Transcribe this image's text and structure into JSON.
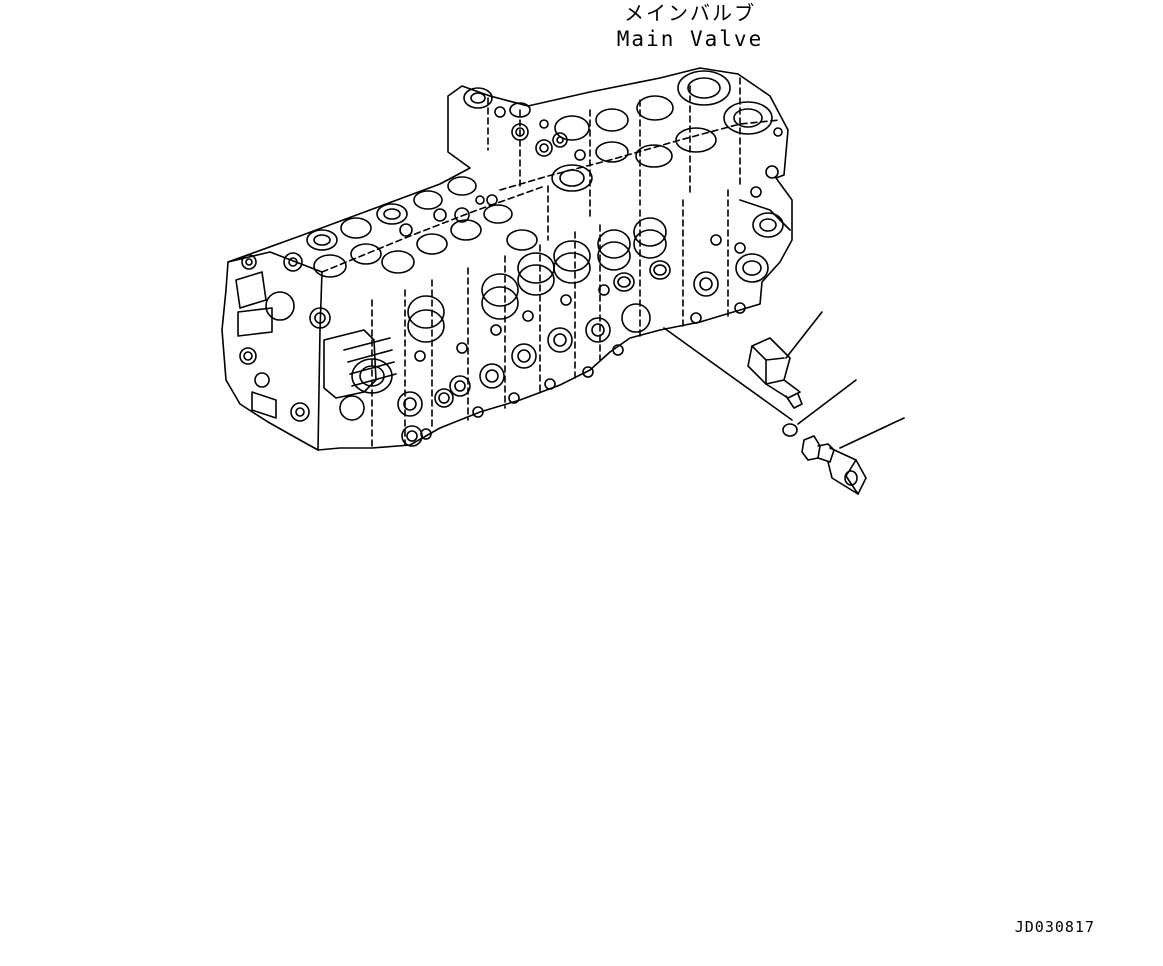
{
  "title": {
    "japanese": "メインバルブ",
    "english": "Main Valve"
  },
  "drawing_id": "JD030817",
  "colors": {
    "line": "#000000",
    "background": "#ffffff"
  }
}
